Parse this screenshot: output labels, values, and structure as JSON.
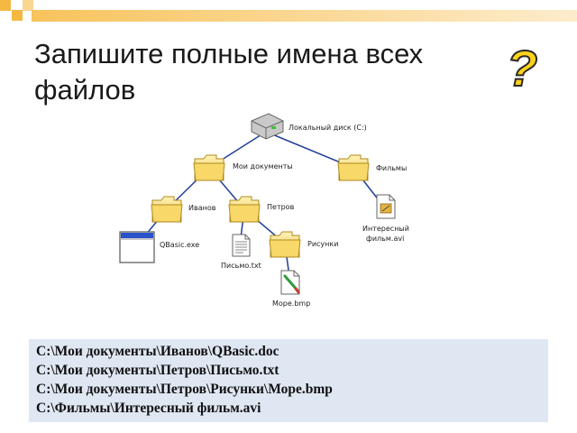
{
  "slide": {
    "title_lines": [
      "Запишите полные имена всех",
      "файлов"
    ],
    "question_mark": "?"
  },
  "tree": {
    "drive": "Локальный диск (C:)",
    "my_docs": "Мои документы",
    "films": "Фильмы",
    "ivanov": "Иванов",
    "petrov": "Петров",
    "qbasic": "QBasic.exe",
    "letter": "Письмо.txt",
    "pictures": "Рисунки",
    "film_line1": "Интересный",
    "film_line2": "фильм.avi",
    "sea": "Море.bmp"
  },
  "answers": [
    "C:\\Мои документы\\Иванов\\QBasic.doc",
    "C:\\Мои документы\\Петров\\Письмо.txt",
    "C:\\Мои документы\\Петров\\Рисунки\\Море.bmp",
    "C:\\Фильмы\\Интересный фильм.avi"
  ],
  "colors": {
    "accent_orange": "#f5b841",
    "accent_light": "#fde6b6",
    "line_blue": "#1f3f99",
    "question_yellow": "#ffd21a",
    "answers_bg": "#dfe7f3"
  }
}
